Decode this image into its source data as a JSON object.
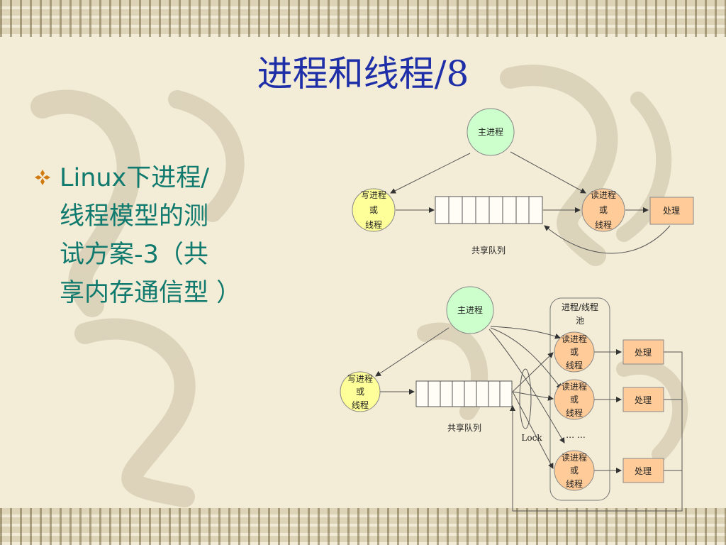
{
  "slide": {
    "title": "进程和线程/8",
    "bullet_lines": [
      "Linux下进程/",
      "线程模型的测",
      "试方案-3（共",
      "享内存通信型 ）"
    ]
  },
  "diagram_top": {
    "main_process": "主进程",
    "writer": [
      "写进程",
      "或",
      "线程"
    ],
    "reader": [
      "读进程",
      "或",
      "线程"
    ],
    "process_box": "处理",
    "queue_label": "共享队列"
  },
  "diagram_bottom": {
    "main_process": "主进程",
    "pool_label": [
      "进程/线程",
      "池"
    ],
    "writer": [
      "写进程",
      "或",
      "线程"
    ],
    "readers": [
      [
        "读进程",
        "或",
        "线程"
      ],
      [
        "读进程",
        "或",
        "线程"
      ],
      [
        "读进程",
        "或",
        "线程"
      ]
    ],
    "process_boxes": [
      "处理",
      "处理",
      "处理"
    ],
    "ellipsis": "… …",
    "queue_label": "共享队列",
    "lock_label": "Lock"
  },
  "colors": {
    "title": "#1f2fa8",
    "bullet_text": "#107a6e",
    "bullet_icon": "#d07a10",
    "main_node": "#ccffcc",
    "writer_node": "#ffff99",
    "reader_node": "#ffcc99",
    "process_box": "#ffcc99"
  }
}
